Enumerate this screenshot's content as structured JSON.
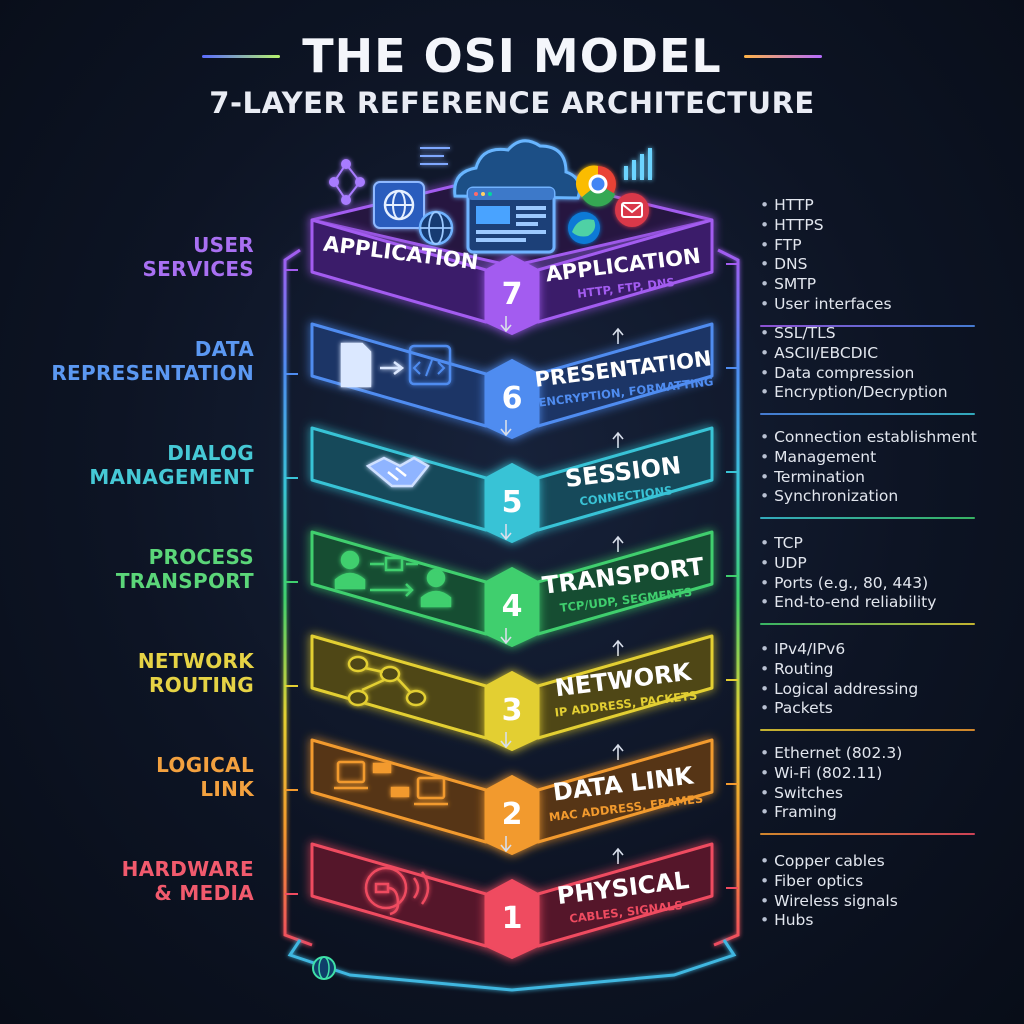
{
  "title": "THE OSI MODEL",
  "subtitle": "7-LAYER REFERENCE ARCHITECTURE",
  "layers": [
    {
      "number": "7",
      "front_name": "APPLICATION",
      "name": "APPLICATION",
      "subtitle": "HTTP, FTP, DNS",
      "color": "#a35cf0",
      "dark": "#3a1f6b",
      "left_label": [
        "USER",
        "SERVICES"
      ],
      "left_color": "#a970f2",
      "icon": "globe-browser-icon",
      "items": [
        "HTTP",
        "HTTPS",
        "FTP",
        "DNS",
        "SMTP",
        "User interfaces"
      ]
    },
    {
      "number": "6",
      "name": "PRESENTATION",
      "subtitle": "ENCRYPTION, FORMATTING",
      "color": "#4f8cf0",
      "dark": "#1f3566",
      "left_label": [
        "DATA",
        "REPRESENTATION"
      ],
      "left_color": "#5b98f2",
      "icon": "document-code-icon",
      "items": [
        "SSL/TLS",
        "ASCII/EBCDIC",
        "Data compression",
        "Encryption/Decryption"
      ]
    },
    {
      "number": "5",
      "name": "SESSION",
      "subtitle": "CONNECTIONS",
      "color": "#39c3d6",
      "dark": "#154a5a",
      "left_label": [
        "DIALOG",
        "MANAGEMENT"
      ],
      "left_color": "#46c9d6",
      "icon": "handshake-icon",
      "items": [
        "Connection establishment",
        "Management",
        "Termination",
        "Synchronization"
      ]
    },
    {
      "number": "4",
      "name": "TRANSPORT",
      "subtitle": "TCP/UDP, SEGMENTS",
      "color": "#3fcf6e",
      "dark": "#174d33",
      "left_label": [
        "PROCESS",
        "TRANSPORT"
      ],
      "left_color": "#5bd679",
      "icon": "users-transfer-icon",
      "items": [
        "TCP",
        "UDP",
        "Ports (e.g., 80, 443)",
        "End-to-end reliability"
      ]
    },
    {
      "number": "3",
      "name": "NETWORK",
      "subtitle": "IP ADDRESS, PACKETS",
      "color": "#e3cf33",
      "dark": "#4f4714",
      "left_label": [
        "NETWORK",
        "ROUTING"
      ],
      "left_color": "#e6d345",
      "icon": "router-network-icon",
      "items": [
        "IPv4/IPv6",
        "Routing",
        "Logical addressing",
        "Packets"
      ]
    },
    {
      "number": "2",
      "name": "DATA LINK",
      "subtitle": "MAC ADDRESS, FRAMES",
      "color": "#f29a2e",
      "dark": "#573414",
      "left_label": [
        "LOGICAL",
        "LINK"
      ],
      "left_color": "#f3a13f",
      "icon": "computers-frames-icon",
      "items": [
        "Ethernet (802.3)",
        "Wi-Fi (802.11)",
        "Switches",
        "Framing"
      ]
    },
    {
      "number": "1",
      "name": "PHYSICAL",
      "subtitle": "CABLES, SIGNALS",
      "color": "#ef4b60",
      "dark": "#55172a",
      "left_label": [
        "HARDWARE",
        "& MEDIA"
      ],
      "left_color": "#f15a6d",
      "icon": "cable-signal-icon",
      "items": [
        "Copper cables",
        "Fiber optics",
        "Wireless signals",
        "Hubs"
      ]
    }
  ]
}
